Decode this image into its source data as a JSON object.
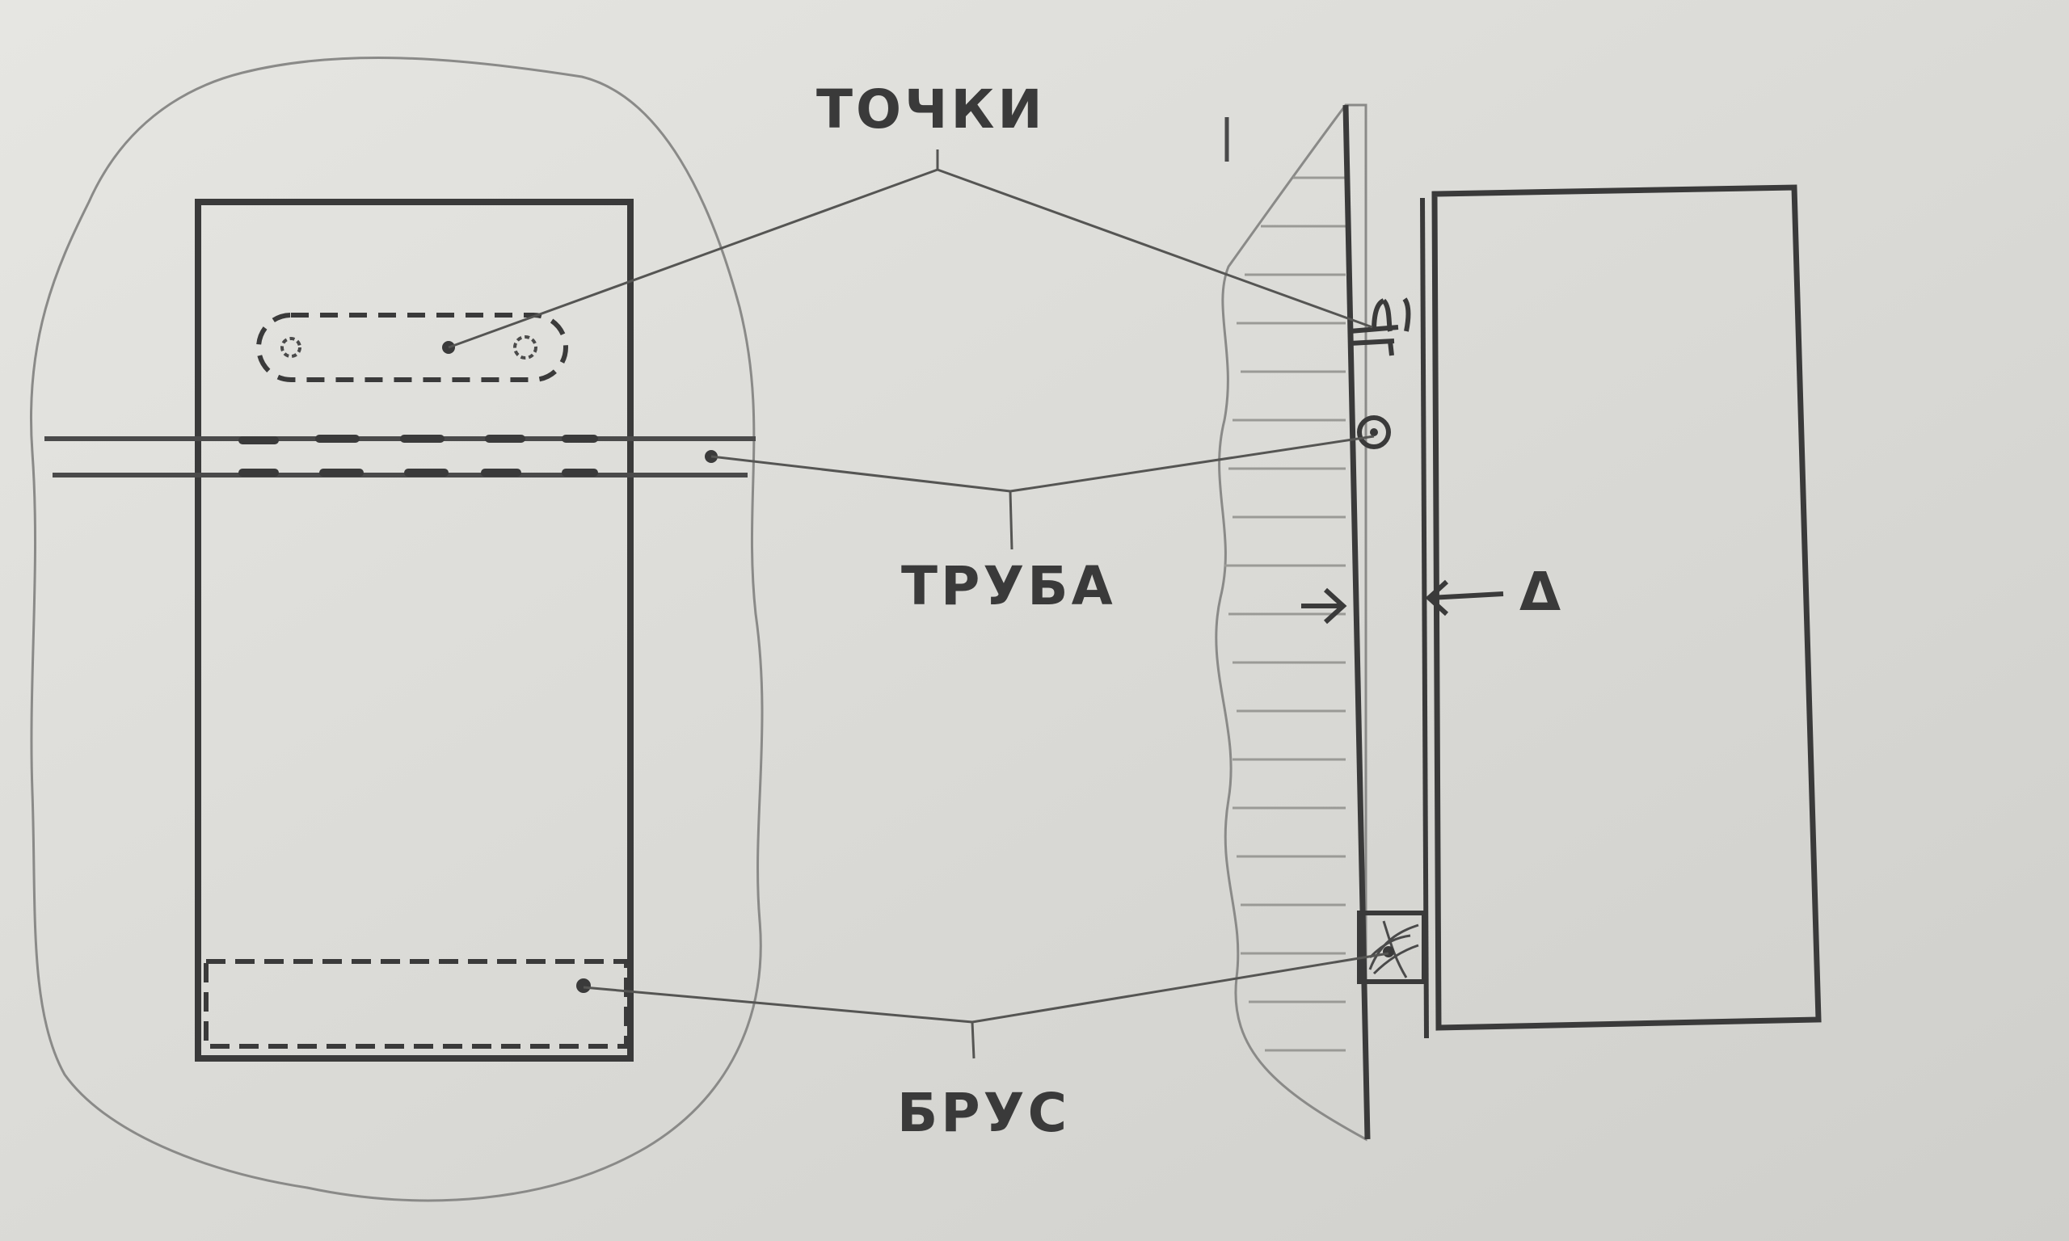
{
  "diagram": {
    "labels": {
      "points": "ТОЧКИ",
      "pipe": "ТРУБА",
      "beam": "БРУС",
      "gap": "Δ"
    },
    "colors": {
      "paper": "#dcdcd8",
      "ink": "#3a3a3a",
      "pencil": "#7a7a78",
      "hatch": "#9a9a96"
    }
  }
}
